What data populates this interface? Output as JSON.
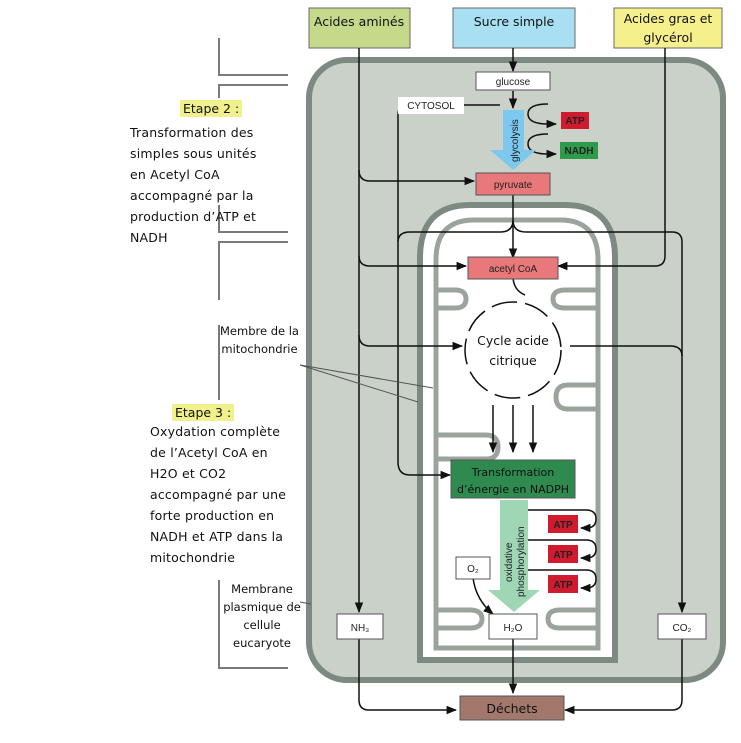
{
  "inputs": {
    "amino_acids": "Acides aminés",
    "simple_sugar": "Sucre simple",
    "fatty_acids_line1": "Acides gras et",
    "fatty_acids_line2": "glycérol"
  },
  "cytosol": {
    "label": "CYTOSOL",
    "glucose": "glucose",
    "glycolysis": "glycolysis",
    "atp": "ATP",
    "nadh": "NADH",
    "pyruvate": "pyruvate"
  },
  "mitochondrion": {
    "acetyl_coa": "acetyl CoA",
    "cycle_line1": "Cycle acide",
    "cycle_line2": "citrique",
    "energy_box_line1": "Transformation",
    "energy_box_line2": "d’énergie en NADPH",
    "oxphos_line1": "oxidative",
    "oxphos_line2": "phosphorylation",
    "atp_outputs": [
      "ATP",
      "ATP",
      "ATP"
    ],
    "o2": "O₂",
    "h2o": "H₂O"
  },
  "outputs": {
    "nh3": "NH₃",
    "co2": "CO₂",
    "waste": "Déchets"
  },
  "annotations": {
    "stage2_tag": "Etape 2 :",
    "stage2_text": [
      "Transformation des",
      "simples sous unités",
      "en Acetyl CoA",
      "accompagné par la",
      "production d’ATP et",
      "NADH"
    ],
    "mito_membrane": [
      "Membre de la",
      "mitochondrie"
    ],
    "stage3_tag": "Etape 3 :",
    "stage3_text": [
      "Oxydation complète",
      "de l’Acetyl CoA en",
      "H2O et CO2",
      "accompagné par une",
      "forte production en",
      "NADH et ATP dans la",
      "mitochondrie"
    ],
    "plasma_membrane": [
      "Membrane",
      "plasmique de",
      "cellule",
      "eucaryote"
    ]
  },
  "colors": {
    "amino_box": "#c5d98a",
    "sugar_box": "#a8dff2",
    "fatty_box": "#f6f08c",
    "cell_fill": "#c9d1c9",
    "cell_border": "#7d8a82",
    "pyruvate_box": "#e8787a",
    "atp_red": "#d01a2e",
    "nadh_green": "#2f9a4a",
    "energy_box": "#2e8a4e",
    "waste_box": "#a3786c",
    "glycolysis_arrow": "#7cc8ee",
    "oxphos_arrow": "#9fd6b4",
    "highlight": "#f0f08c"
  }
}
